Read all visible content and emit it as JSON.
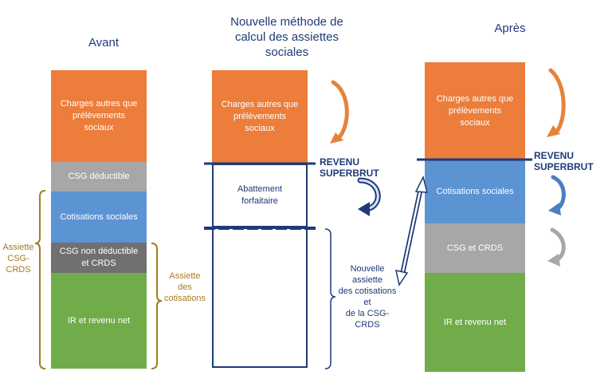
{
  "titles": {
    "avant": "Avant",
    "nouvelle_line1": "Nouvelle méthode de",
    "nouvelle_line2": "calcul des assiettes sociales",
    "apres": "Après"
  },
  "left_column": {
    "charges_line1": "Charges autres que prélèvements",
    "charges_line2": "sociaux",
    "csg_deductible": "CSG déductible",
    "cotisations": "Cotisations sociales",
    "csg_non_deductible": "CSG non déductible et CRDS",
    "ir_revenu": "IR et revenu net"
  },
  "left_brackets": {
    "assiette_csg_line1": "Assiette",
    "assiette_csg_line2": "CSG-CRDS",
    "assiette_cot_line1": "Assiette des",
    "assiette_cot_line2": "cotisations"
  },
  "middle_column": {
    "charges_line1": "Charges autres que prélèvements",
    "charges_line2": "sociaux",
    "abattement": "Abattement forfaitaire",
    "revenu_superbrut": "REVENU SUPERBRUT",
    "nouvelle_line1": "Nouvelle assiette",
    "nouvelle_line2": "des cotisations et",
    "nouvelle_line3": "de la CSG-CRDS"
  },
  "right_column": {
    "charges_line1": "Charges autres que prélèvements",
    "charges_line2": "sociaux",
    "revenu_superbrut": "REVENU SUPERBRUT",
    "cotisations": "Cotisations sociales",
    "csg_crds": "CSG et CRDS",
    "ir_revenu": "IR et revenu net"
  },
  "colors": {
    "orange": "#ec7d3b",
    "grey": "#a7a7a7",
    "blue": "#5c93d3",
    "dark_grey": "#707070",
    "green": "#71ac4b",
    "navy": "#1f3a78",
    "gold": "#a77c1d"
  }
}
